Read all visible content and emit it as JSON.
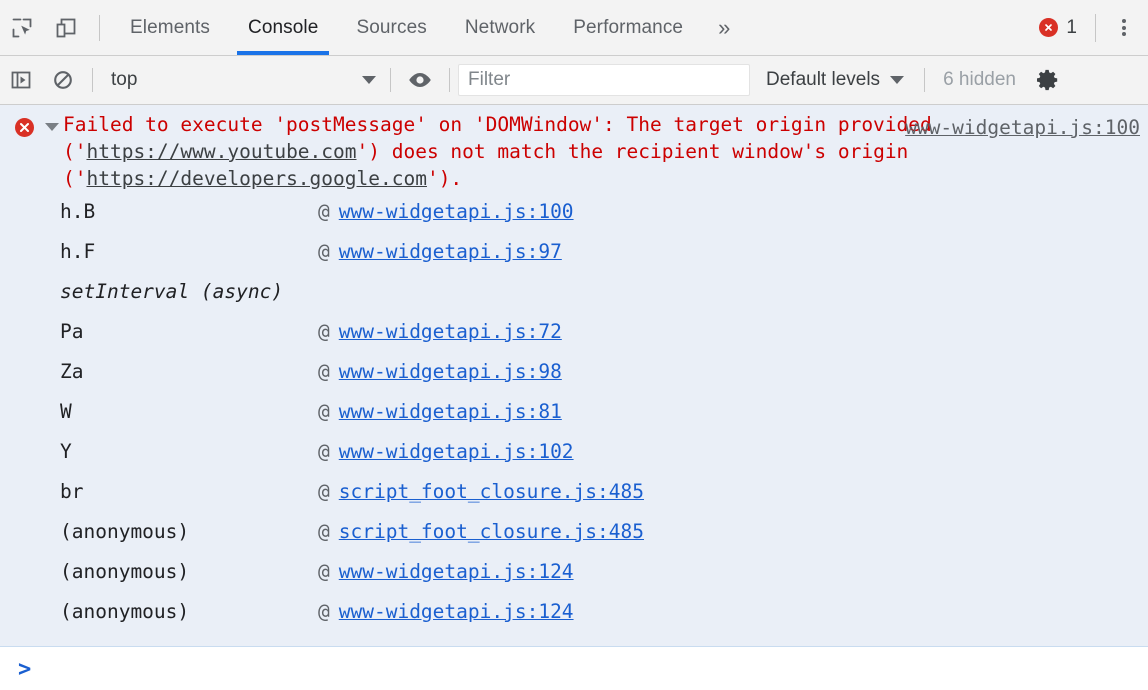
{
  "tabbar": {
    "inspect_icon": "inspect-element-icon",
    "device_icon": "device-toolbar-icon",
    "tabs": [
      {
        "label": "Elements",
        "active": false
      },
      {
        "label": "Console",
        "active": true
      },
      {
        "label": "Sources",
        "active": false
      },
      {
        "label": "Network",
        "active": false
      },
      {
        "label": "Performance",
        "active": false
      }
    ],
    "more_tabs_label": "»",
    "error_badge": {
      "count": "1",
      "icon": "error-circle-icon",
      "color": "#d93025"
    },
    "menu_icon": "kebab-menu-icon"
  },
  "filterbar": {
    "sidebar_icon": "console-sidebar-toggle-icon",
    "clear_icon": "clear-console-icon",
    "context": {
      "value": "top",
      "caret": "chevron-down-icon"
    },
    "eye_icon": "live-expression-eye-icon",
    "filter": {
      "value": "",
      "placeholder": "Filter"
    },
    "levels": {
      "label": "Default levels",
      "caret": "chevron-down-icon"
    },
    "hidden_label": "6 hidden",
    "settings_icon": "gear-icon"
  },
  "console": {
    "error": {
      "icon": "error-circle-icon",
      "expander": "triangle-down-icon",
      "parts": [
        {
          "t": "Failed to execute 'postMessage' on 'DOMWindow': The target origin provided ('",
          "link": false
        },
        {
          "t": "https://www.youtube.com",
          "link": true
        },
        {
          "t": "') does not match the recipient window's origin ('",
          "link": false
        },
        {
          "t": "https://developers.google.com",
          "link": true
        },
        {
          "t": "').",
          "link": false
        }
      ],
      "full_text": "Failed to execute 'postMessage' on 'DOMWindow': The target origin provided ('https://www.youtube.com') does not match the recipient window's origin ('https://developers.google.com').",
      "source": "www-widgetapi.js:100"
    },
    "stack": [
      {
        "fn": "h.B",
        "at": "@",
        "link": "www-widgetapi.js:100",
        "async": false
      },
      {
        "fn": "h.F",
        "at": "@",
        "link": "www-widgetapi.js:97",
        "async": false
      },
      {
        "fn": "setInterval (async)",
        "at": "",
        "link": "",
        "async": true
      },
      {
        "fn": "Pa",
        "at": "@",
        "link": "www-widgetapi.js:72",
        "async": false
      },
      {
        "fn": "Za",
        "at": "@",
        "link": "www-widgetapi.js:98",
        "async": false
      },
      {
        "fn": "W",
        "at": "@",
        "link": "www-widgetapi.js:81",
        "async": false
      },
      {
        "fn": "Y",
        "at": "@",
        "link": "www-widgetapi.js:102",
        "async": false
      },
      {
        "fn": "br",
        "at": "@",
        "link": "script_foot_closure.js:485",
        "async": false
      },
      {
        "fn": "(anonymous)",
        "at": "@",
        "link": "script_foot_closure.js:485",
        "async": false
      },
      {
        "fn": "(anonymous)",
        "at": "@",
        "link": "www-widgetapi.js:124",
        "async": false
      },
      {
        "fn": "(anonymous)",
        "at": "@",
        "link": "www-widgetapi.js:124",
        "async": false
      }
    ],
    "prompt_symbol": ">",
    "prompt_value": ""
  },
  "colors": {
    "toolbar_bg": "#f3f3f3",
    "error_bg": "#eaeff7",
    "error_text": "#cc0000",
    "link": "#1a5fd0",
    "accent": "#1a73e8",
    "error_badge": "#d93025"
  }
}
